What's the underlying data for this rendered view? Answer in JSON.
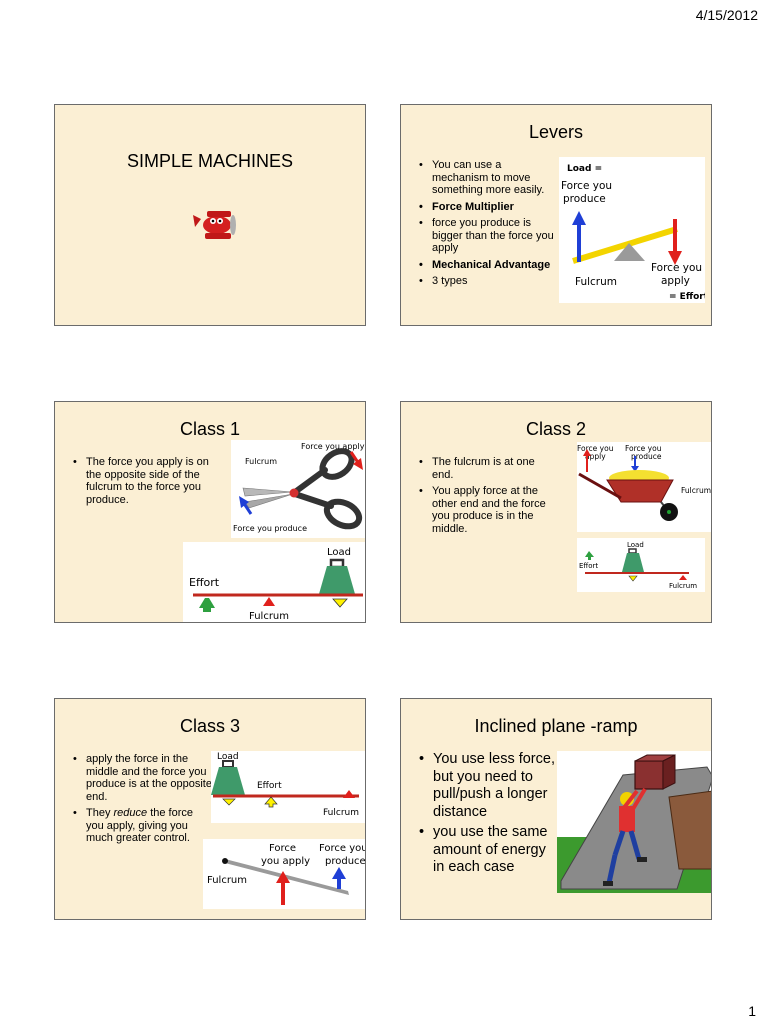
{
  "header": {
    "date": "4/15/2012"
  },
  "footer": {
    "page_number": "1"
  },
  "slides": [
    {
      "title": "SIMPLE MACHINES"
    },
    {
      "title": "Levers",
      "bullets": [
        "You can use a mechanism to move something more easily.",
        "Force Multiplier",
        "force you produce is bigger than the force you apply",
        "Mechanical Advantage",
        "3 types"
      ],
      "figure": {
        "load_label": "Load =",
        "produce_label": [
          "Force you",
          "produce"
        ],
        "fulcrum_label": "Fulcrum",
        "apply_label": [
          "Force you",
          "apply"
        ],
        "effort_label": "= Effort"
      }
    },
    {
      "title": "Class 1",
      "bullets": [
        "The force you apply is on the opposite side of the fulcrum to the force you produce."
      ],
      "scissors": {
        "apply_label": "Force you apply",
        "fulcrum_label": "Fulcrum",
        "produce_label": "Force you produce"
      },
      "lever": {
        "load_label": "Load",
        "effort_label": "Effort",
        "fulcrum_label": "Fulcrum"
      }
    },
    {
      "title": "Class 2",
      "bullets": [
        "The fulcrum is at one end.",
        "You apply force at the other end and the force you produce is in the middle."
      ],
      "barrow": {
        "apply_label": [
          "Force you",
          "apply"
        ],
        "produce_label": [
          "Force you",
          "produce"
        ],
        "fulcrum_label": "Fulcrum"
      },
      "lever": {
        "load_label": "Load",
        "effort_label": "Effort",
        "fulcrum_label": "Fulcrum"
      }
    },
    {
      "title": "Class 3",
      "bullets": [
        "apply the force in the middle and the force you produce is at the opposite end.",
        "They reduce the force you apply, giving you much greater control."
      ],
      "lever": {
        "load_label": "Load",
        "effort_label": "Effort",
        "fulcrum_label": "Fulcrum"
      },
      "rod": {
        "apply_label": [
          "Force",
          "you apply"
        ],
        "produce_label": [
          "Force you",
          "produce"
        ],
        "fulcrum_label": "Fulcrum"
      }
    },
    {
      "title": "Inclined plane -ramp",
      "bullets": [
        "You use less force, but you need to pull/push a longer distance",
        "you use the same amount of energy in each case"
      ]
    }
  ],
  "colors": {
    "slide_bg": "#fbefd4",
    "lever_red": "#c0281e",
    "arrow_blue": "#1f3fd6",
    "arrow_red": "#e0201c",
    "weight_green": "#3f9a6a",
    "beam_yellow": "#f3d400"
  }
}
